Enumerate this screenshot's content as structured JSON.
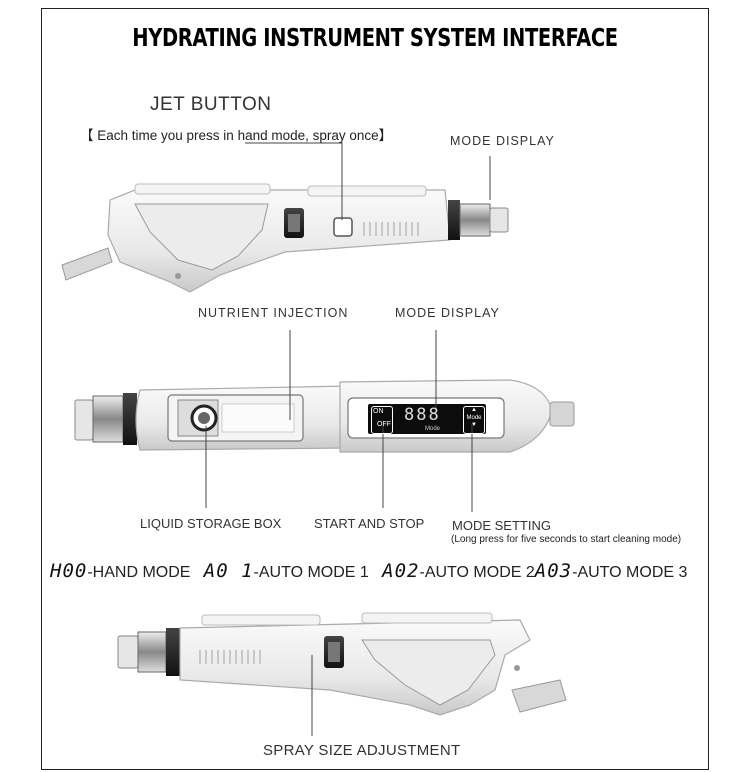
{
  "title": "HYDRATING INSTRUMENT SYSTEM INTERFACE",
  "callouts": {
    "jet_button": "JET BUTTON",
    "jet_button_note": "【 Each time you press in hand mode, spray once】",
    "mode_display_top": "MODE DISPLAY",
    "nutrient_injection": "NUTRIENT INJECTION",
    "mode_display_mid": "MODE DISPLAY",
    "liquid_storage_box": "LIQUID STORAGE BOX",
    "start_and_stop": "START AND STOP",
    "mode_setting": "MODE SETTING",
    "mode_setting_note": "(Long press for five seconds to start cleaning mode)",
    "spray_size_adjustment": "SPRAY SIZE ADJUSTMENT"
  },
  "modes": [
    {
      "code": "H00",
      "label": "-HAND MODE"
    },
    {
      "code": "A0 1",
      "label": "-AUTO MODE 1"
    },
    {
      "code": "A02",
      "label": "-AUTO MODE 2"
    },
    {
      "code": "A03",
      "label": "-AUTO MODE 3"
    }
  ],
  "panel": {
    "on": "ON",
    "off": "OFF",
    "display": "888",
    "mode_caption": "Mode",
    "mode_button": "Mode"
  }
}
